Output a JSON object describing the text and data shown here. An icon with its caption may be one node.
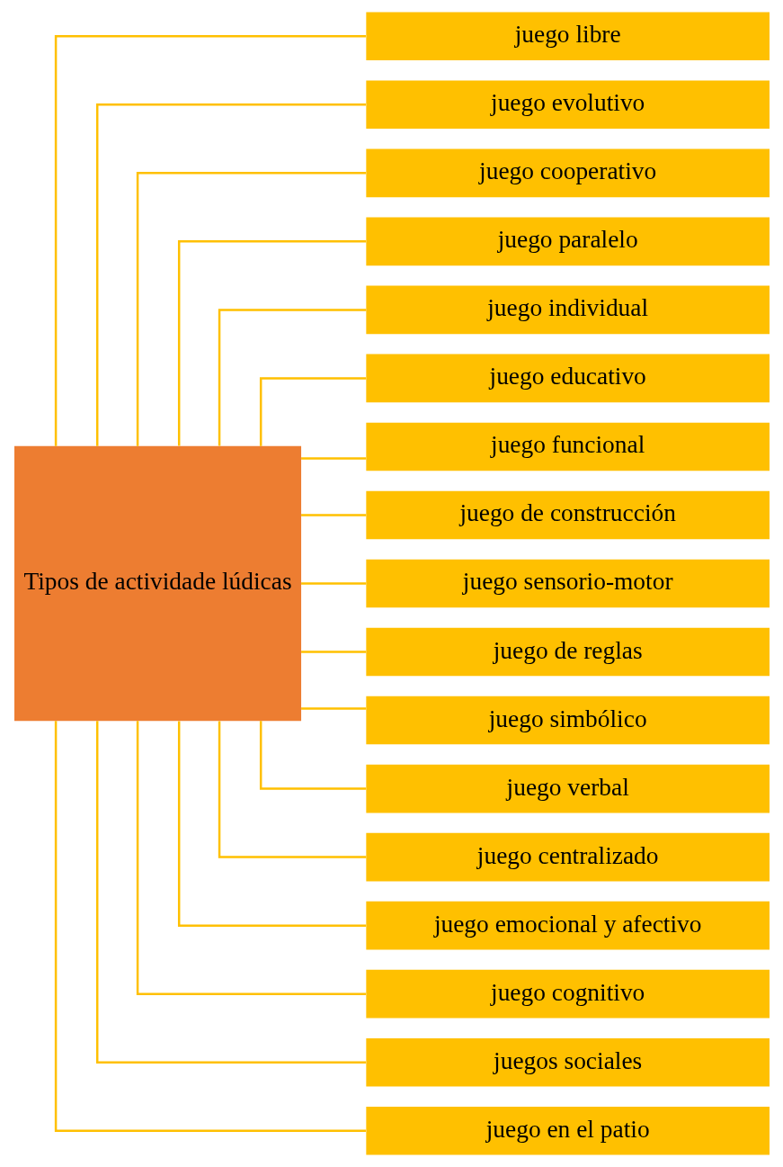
{
  "diagram": {
    "nodes": [
      {
        "text": [
          "Tipos de actividade lúdicas"
        ]
      },
      {
        "text": [
          "juego libre"
        ]
      },
      {
        "text": [
          "juego evolutivo"
        ]
      },
      {
        "text": [
          "juego cooperativo"
        ]
      },
      {
        "text": [
          "juego paralelo"
        ]
      },
      {
        "text": [
          "juego individual"
        ]
      },
      {
        "text": [
          "juego educativo"
        ]
      },
      {
        "text": [
          "juego funcional"
        ]
      },
      {
        "text": [
          "juego de construcción"
        ]
      },
      {
        "text": [
          "juego sensorio-motor"
        ]
      },
      {
        "text": [
          "juego de reglas"
        ]
      },
      {
        "text": [
          "juego simbólico"
        ]
      },
      {
        "text": [
          "juego verbal"
        ]
      },
      {
        "text": [
          "juego centralizado"
        ]
      },
      {
        "text": [
          "juego emocional y afectivo"
        ]
      },
      {
        "text": [
          "juego cognitivo"
        ]
      },
      {
        "text": [
          "juegos sociales"
        ]
      },
      {
        "text": [
          "juego en el patio"
        ]
      }
    ],
    "edges": [
      {
        "from": 0,
        "to": 1,
        "arrow": "none"
      },
      {
        "from": 0,
        "to": 2,
        "arrow": "none"
      },
      {
        "from": 0,
        "to": 3,
        "arrow": "none"
      },
      {
        "from": 0,
        "to": 4,
        "arrow": "none"
      },
      {
        "from": 0,
        "to": 5,
        "arrow": "none"
      },
      {
        "from": 0,
        "to": 6,
        "arrow": "none"
      },
      {
        "from": 0,
        "to": 7,
        "arrow": "none"
      },
      {
        "from": 0,
        "to": 8,
        "arrow": "none"
      },
      {
        "from": 0,
        "to": 9,
        "arrow": "none"
      },
      {
        "from": 0,
        "to": 10,
        "arrow": "none"
      },
      {
        "from": 0,
        "to": 11,
        "arrow": "none"
      },
      {
        "from": 0,
        "to": 12,
        "arrow": "none"
      },
      {
        "from": 0,
        "to": 13,
        "arrow": "none"
      },
      {
        "from": 0,
        "to": 14,
        "arrow": "none"
      },
      {
        "from": 0,
        "to": 15,
        "arrow": "none"
      },
      {
        "from": 0,
        "to": 16,
        "arrow": "none"
      },
      {
        "from": 0,
        "to": 17,
        "arrow": "none"
      }
    ]
  }
}
